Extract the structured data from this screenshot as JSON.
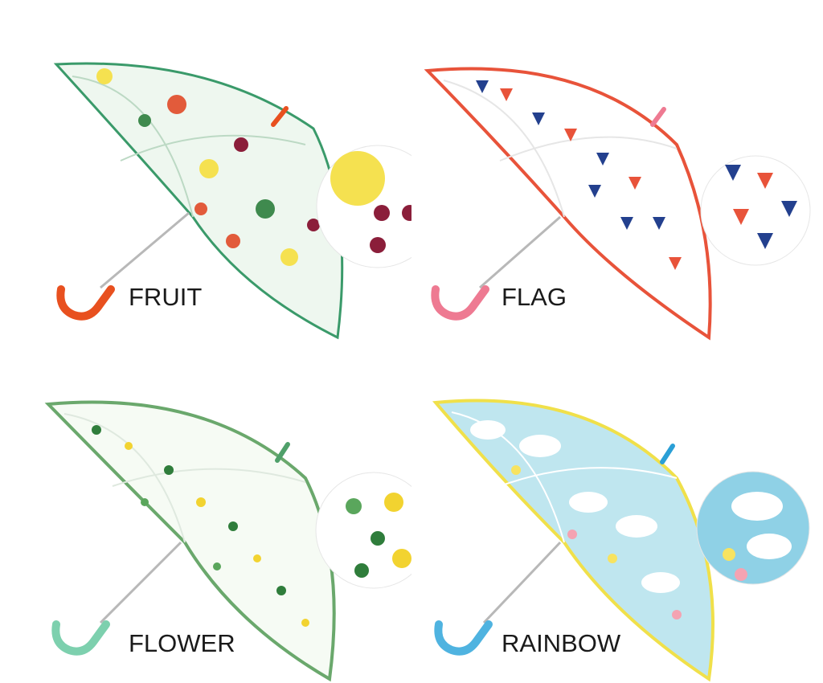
{
  "products": [
    {
      "label": "FRUIT",
      "accent": "#3a9a6a",
      "handle": "#e8501f",
      "print": [
        "#f5e150",
        "#e25b3b",
        "#3f8a4e",
        "#8b1e3a"
      ]
    },
    {
      "label": "FLAG",
      "accent": "#e8533a",
      "handle": "#ee7a92",
      "print": [
        "#23408e",
        "#e8533a",
        "#ffffff",
        "#f1a7b5"
      ]
    },
    {
      "label": "FLOWER",
      "accent": "#6aa86c",
      "handle": "#7dd0ae",
      "print": [
        "#2f7d3b",
        "#f2d330",
        "#5aa65c",
        "#d9d9d9"
      ]
    },
    {
      "label": "RAINBOW",
      "accent": "#f0e04a",
      "handle": "#4fb3e0",
      "print": [
        "#8fd1e6",
        "#f7e360",
        "#f4a3b2",
        "#ffffff"
      ]
    }
  ]
}
